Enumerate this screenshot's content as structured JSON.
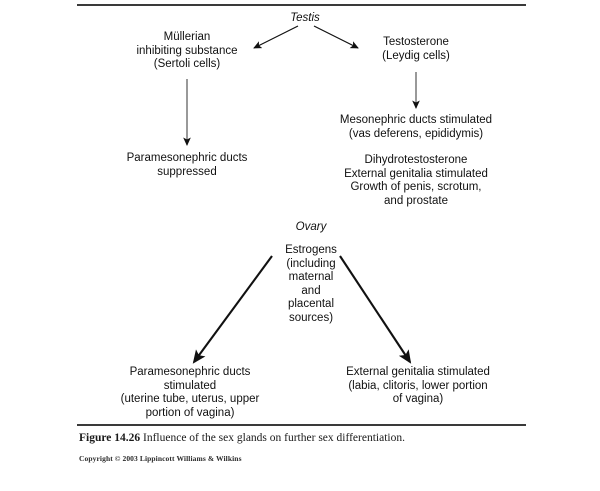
{
  "figure": {
    "caption_label": "Figure 14.26",
    "caption_text": " Influence of the sex glands on further sex differentiation.",
    "copyright": "Copyright © 2003 Lippincott Williams & Wilkins",
    "line_color": "#3a3a3a",
    "text_color": "#111111"
  },
  "testis_branch": {
    "gland": "Testis",
    "left": {
      "hormone": "Müllerian\ninhibiting substance\n(Sertoli cells)",
      "effect": "Paramesonephric ducts suppressed"
    },
    "right": {
      "hormone": "Testosterone\n(Leydig cells)",
      "effect": "Mesonephric ducts stimulated\n(vas deferens, epididymis)",
      "secondary": "Dihydrotestosterone\nExternal genitalia stimulated\nGrowth of penis, scrotum,\nand prostate"
    }
  },
  "ovary_branch": {
    "gland": "Ovary",
    "hormone": "Estrogens\n(including\nmaternal\nand\nplacental\nsources)",
    "left_effect": "Paramesonephric ducts stimulated\n(uterine tube, uterus, upper\nportion of vagina)",
    "right_effect": "External genitalia stimulated\n(labia, clitoris, lower portion\nof vagina)"
  },
  "chart_data": {
    "type": "diagram",
    "title": "Influence of the sex glands on further sex differentiation",
    "nodes": [
      {
        "id": "testis",
        "label": "Testis",
        "style": "italic"
      },
      {
        "id": "mis",
        "label": "Müllerian inhibiting substance (Sertoli cells)"
      },
      {
        "id": "testosterone",
        "label": "Testosterone (Leydig cells)"
      },
      {
        "id": "para_suppressed",
        "label": "Paramesonephric ducts suppressed"
      },
      {
        "id": "meso_stimulated",
        "label": "Mesonephric ducts stimulated (vas deferens, epididymis)"
      },
      {
        "id": "dht",
        "label": "Dihydrotestosterone External genitalia stimulated Growth of penis, scrotum, and prostate"
      },
      {
        "id": "ovary",
        "label": "Ovary",
        "style": "italic"
      },
      {
        "id": "estrogens",
        "label": "Estrogens (including maternal and placental sources)"
      },
      {
        "id": "para_stimulated",
        "label": "Paramesonephric ducts stimulated (uterine tube, uterus, upper portion of vagina)"
      },
      {
        "id": "ext_genitalia",
        "label": "External genitalia stimulated (labia, clitoris, lower portion of vagina)"
      }
    ],
    "edges": [
      {
        "from": "testis",
        "to": "mis"
      },
      {
        "from": "testis",
        "to": "testosterone"
      },
      {
        "from": "mis",
        "to": "para_suppressed"
      },
      {
        "from": "testosterone",
        "to": "meso_stimulated"
      },
      {
        "from": "estrogens",
        "to": "para_stimulated"
      },
      {
        "from": "estrogens",
        "to": "ext_genitalia"
      }
    ]
  }
}
